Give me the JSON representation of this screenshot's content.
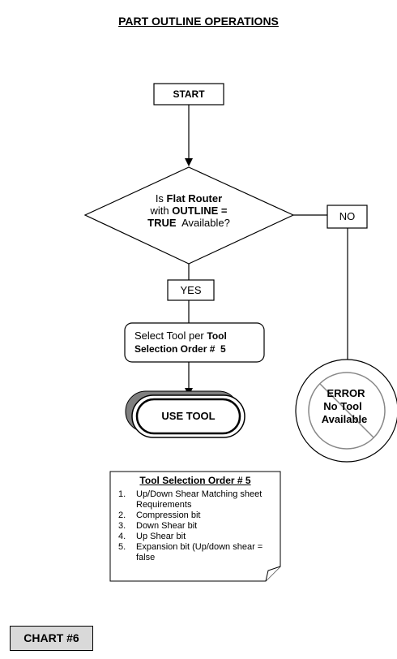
{
  "title": "PART OUTLINE  OPERATIONS",
  "nodes": {
    "start": "START",
    "decision": {
      "line1_pre": "Is ",
      "line1_bold": "Flat Router",
      "line2_pre": "with ",
      "line2_bold": "OUTLINE =",
      "line3_bold": "TRUE",
      "line3_post": "  Available?"
    },
    "yes": "YES",
    "no": "NO",
    "select_tool": {
      "line1_pre": "Select Tool per ",
      "line1_bold": "Tool",
      "line2_bold": "Selection Order #  5"
    },
    "use_tool": "USE TOOL",
    "error": {
      "line1": "ERROR",
      "line2": "No Tool",
      "line3": "Available"
    }
  },
  "note": {
    "title": "Tool Selection Order # 5",
    "items": [
      {
        "num": "1.",
        "text": "Up/Down Shear Matching sheet Requirements"
      },
      {
        "num": "2.",
        "text": "Compression bit"
      },
      {
        "num": "3.",
        "text": "Down Shear bit"
      },
      {
        "num": "4.",
        "text": "Up Shear bit"
      },
      {
        "num": "5.",
        "text": "Expansion bit (Up/down shear = false"
      }
    ]
  },
  "chart_label": "CHART #6",
  "colors": {
    "line": "#000000",
    "chart_label_bg": "#d9d9d9",
    "use_tool_shadow": "#7f7f7f",
    "no_symbol": "#888888"
  }
}
